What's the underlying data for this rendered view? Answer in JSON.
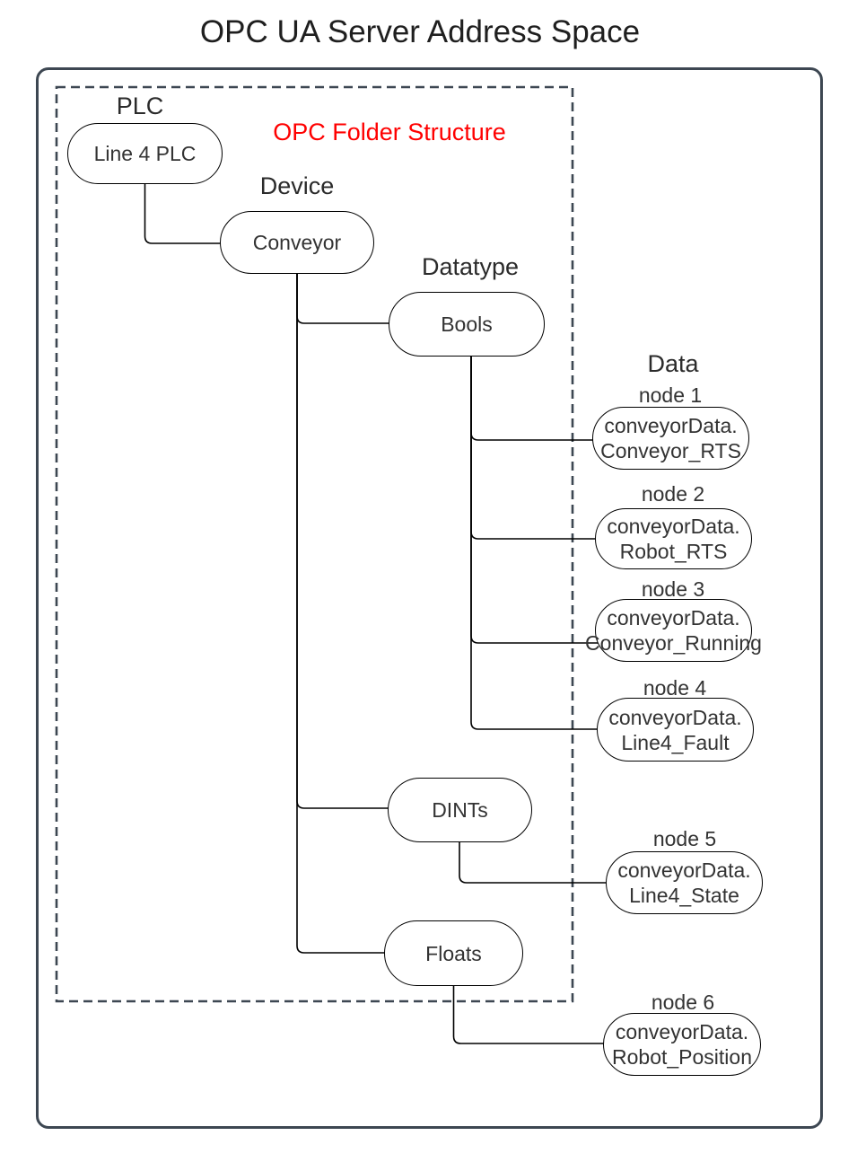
{
  "title": "OPC UA Server Address Space",
  "caption": "OPC Folder Structure",
  "labels": {
    "plc": "PLC",
    "device": "Device",
    "datatype": "Datatype",
    "data": "Data"
  },
  "plc_node": {
    "label": "Line 4 PLC"
  },
  "device_node": {
    "label": "Conveyor"
  },
  "datatype_nodes": [
    {
      "label": "Bools"
    },
    {
      "label": "DINTs"
    },
    {
      "label": "Floats"
    }
  ],
  "data_nodes": [
    {
      "title": "node 1",
      "line1": "conveyorData.",
      "line2": "Conveyor_RTS"
    },
    {
      "title": "node 2",
      "line1": "conveyorData.",
      "line2": "Robot_RTS"
    },
    {
      "title": "node 3",
      "line1": "conveyorData.",
      "line2": "Conveyor_Running"
    },
    {
      "title": "node 4",
      "line1": "conveyorData.",
      "line2": "Line4_Fault"
    },
    {
      "title": "node 5",
      "line1": "conveyorData.",
      "line2": "Line4_State"
    },
    {
      "title": "node 6",
      "line1": "conveyorData.",
      "line2": "Robot_Position"
    }
  ],
  "colors": {
    "caption_red": "#ff0000",
    "frame": "#3d4752",
    "node_stroke": "#000000",
    "background": "#ffffff"
  }
}
